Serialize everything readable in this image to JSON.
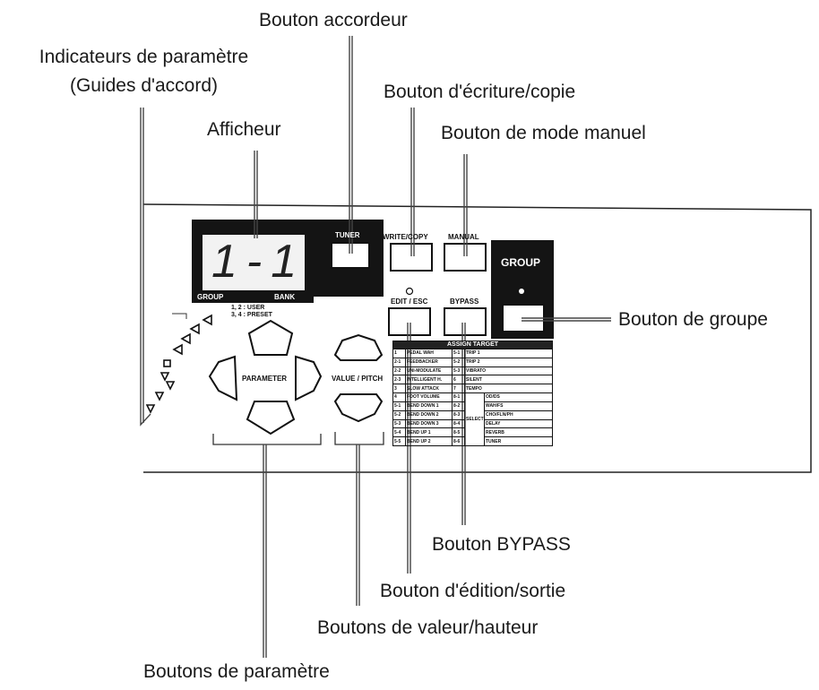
{
  "labels": {
    "tuner_button": "Bouton accordeur",
    "parameter_indicators_line1": "Indicateurs de paramètre",
    "parameter_indicators_line2": "(Guides d'accord)",
    "write_copy_button": "Bouton d'écriture/copie",
    "display": "Afficheur",
    "manual_mode_button": "Bouton de mode manuel",
    "group_button": "Bouton de groupe",
    "bypass_button": "Bouton BYPASS",
    "edit_exit_button": "Bouton d'édition/sortie",
    "value_pitch_buttons": "Boutons de valeur/hauteur",
    "parameter_buttons": "Boutons de paramètre"
  },
  "panel": {
    "display_value": "1-1",
    "group_tag": "GROUP",
    "bank_tag": "BANK",
    "user_note": "1, 2 : USER",
    "preset_note": "3, 4 : PRESET",
    "tuner": "TUNER",
    "write_copy": "WRITE/COPY",
    "manual": "MANUAL",
    "group": "GROUP",
    "edit_esc": "EDIT / ESC",
    "bypass": "BYPASS",
    "parameter": "PARAMETER",
    "value_pitch": "VALUE / PITCH"
  },
  "assign_target": {
    "title": "ASSIGN TARGET",
    "rows": [
      [
        "1",
        "PEDAL WAH",
        "5-1",
        "TRIP 1"
      ],
      [
        "2-1",
        "FEEDBACKER",
        "5-2",
        "TRIP 2"
      ],
      [
        "2-2",
        "UNI-MODULATE",
        "5-3",
        "VIBRATO"
      ],
      [
        "2-3",
        "INTELLIGENT H.",
        "6",
        "SILENT"
      ],
      [
        "3",
        "SLOW ATTACK",
        "7",
        "TEMPO"
      ],
      [
        "4",
        "FOOT VOLUME",
        "8-1",
        "OD/DS"
      ],
      [
        "5-1",
        "BEND DOWN 1",
        "8-2",
        "WAH/FS"
      ],
      [
        "5-2",
        "BEND DOWN 2",
        "8-3",
        "CHO/FLN/PH"
      ],
      [
        "5-3",
        "BEND DOWN 3",
        "8-4",
        "DELAY"
      ],
      [
        "5-4",
        "BEND UP 1",
        "8-5",
        "REVERB"
      ],
      [
        "5-5",
        "BEND UP 2",
        "8-6",
        "TUNER"
      ]
    ],
    "effect_group": "SELECT"
  }
}
